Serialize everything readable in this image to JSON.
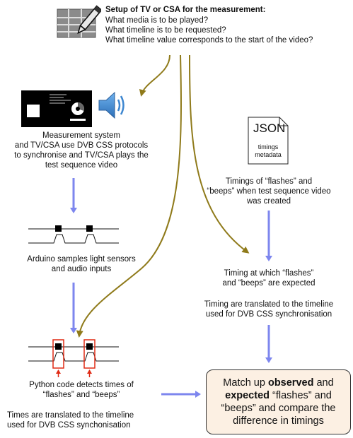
{
  "setup": {
    "title": "Setup of TV or CSA for the measurement:",
    "questions": [
      "What media is to be played?",
      "What timeline is to be requested?",
      "What timeline value corresponds to the start of the video?"
    ]
  },
  "measurement_system": {
    "lines": [
      "Measurement system",
      "and TV/CSA use DVB CSS protocols",
      "to synchronise and TV/CSA plays the",
      "test sequence video"
    ]
  },
  "json_doc": {
    "title": "JSON",
    "caption_lines": [
      "timings",
      "metadata"
    ]
  },
  "timings_created": {
    "lines": [
      "Timings of “flashes” and",
      "“beeps” when test sequence video",
      "was created"
    ]
  },
  "arduino": {
    "lines": [
      "Arduino samples light sensors",
      "and audio inputs"
    ]
  },
  "expected": {
    "lines": [
      "Timing at which “flashes”",
      "and “beeps” are expected"
    ],
    "translate_lines": [
      "Timing are translated to the timeline",
      "used for DVB CSS synchronisation"
    ]
  },
  "python": {
    "lines": [
      "Python code detects times of",
      "“flashes” and “beeps”"
    ],
    "translate_lines": [
      "Times are translated to the timeline",
      "used for DVB CSS synchonisation"
    ]
  },
  "result": {
    "parts": [
      "Match up ",
      "observed",
      " and ",
      "expected",
      " “flashes” and “beeps” and compare the difference in timings"
    ]
  },
  "colors": {
    "arrow_blue": "#7d86ee",
    "arrow_olive": "#8f7a1a",
    "highlight_red": "#e02a14",
    "result_fill": "#fcf0e3"
  }
}
